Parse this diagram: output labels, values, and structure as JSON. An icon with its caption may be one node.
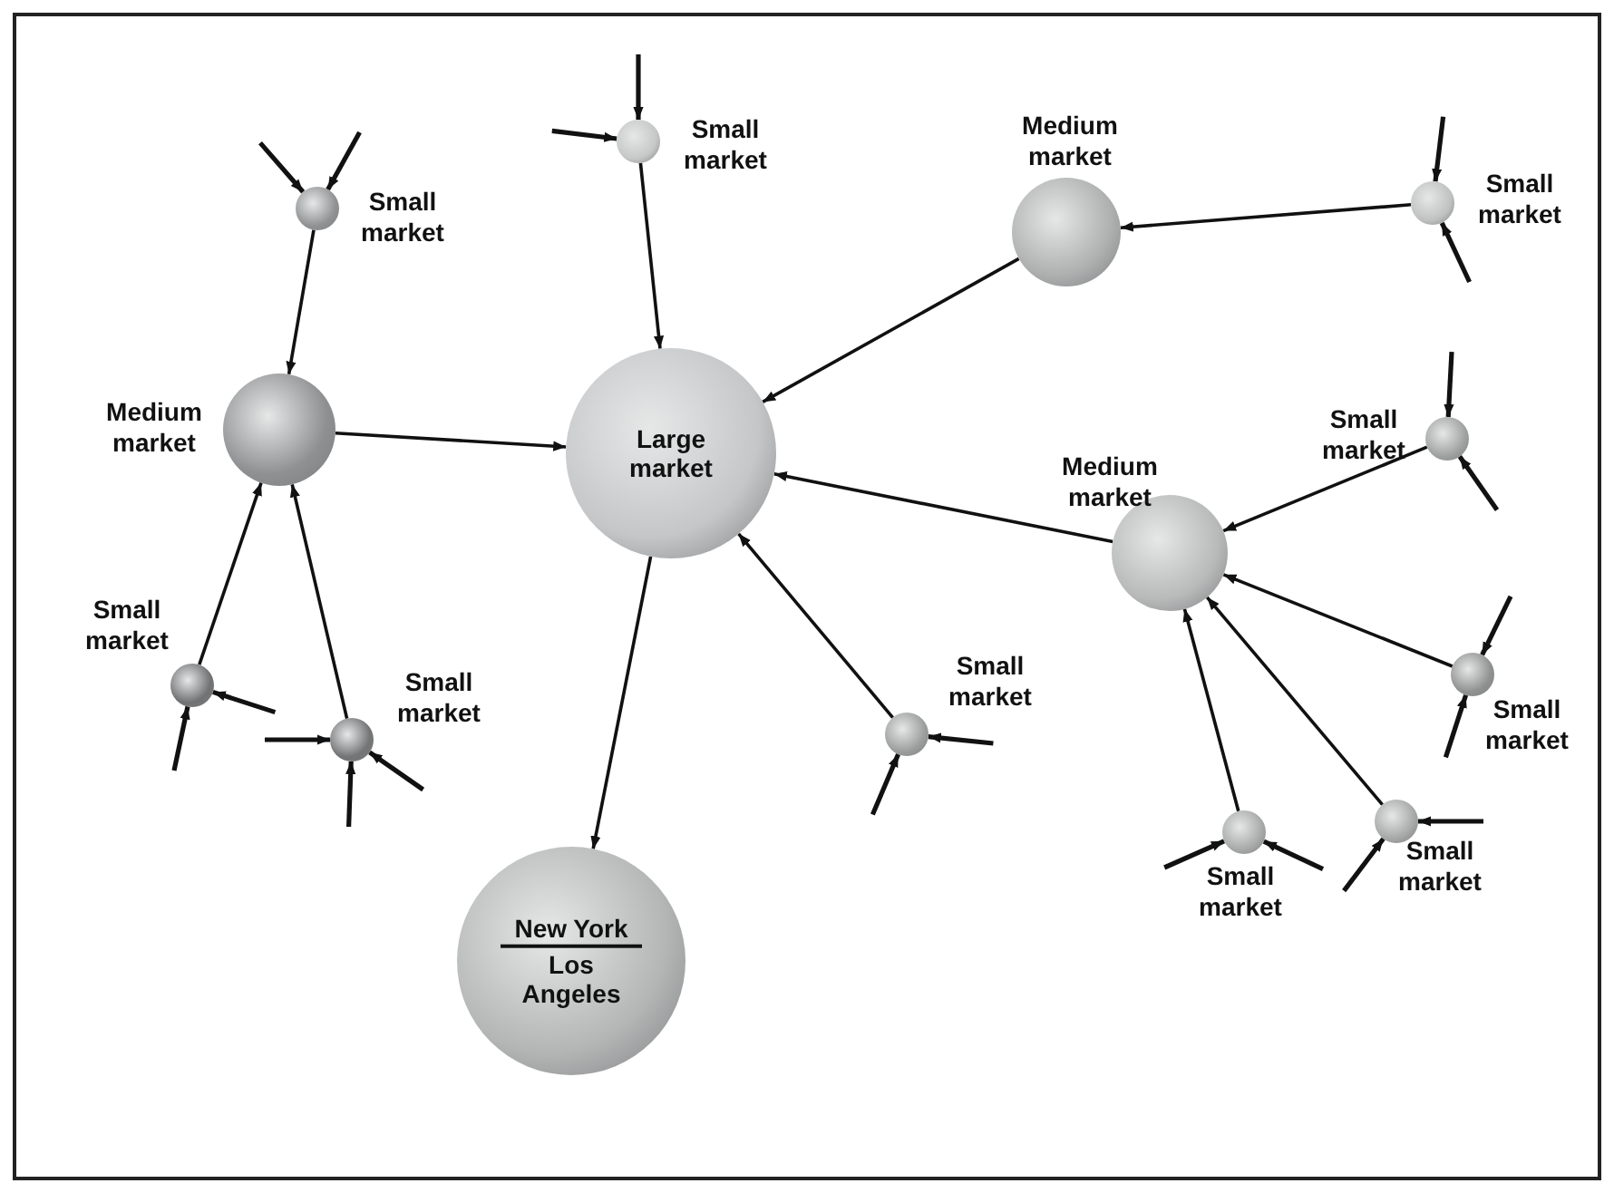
{
  "diagram": {
    "nodes": [
      {
        "text": [
          "Large market"
        ]
      },
      {
        "text": [
          "New York",
          "Los Angeles"
        ]
      },
      {
        "text": [
          "Medium market"
        ]
      },
      {
        "text": [
          "Small market"
        ]
      },
      {
        "text": [
          "Small market"
        ]
      },
      {
        "text": [
          "Small market"
        ]
      },
      {
        "text": [
          "Small market"
        ]
      },
      {
        "text": [
          "Medium market"
        ]
      },
      {
        "text": [
          "Small market"
        ]
      },
      {
        "text": [
          "Medium market"
        ]
      },
      {
        "text": [
          "Small market"
        ]
      },
      {
        "text": [
          "Small market"
        ]
      },
      {
        "text": [
          "Small market"
        ]
      },
      {
        "text": [
          "Small market"
        ]
      },
      {
        "text": [
          "Small market"
        ]
      }
    ],
    "edges": [
      {
        "from": 3,
        "to": 2,
        "arrow": "to"
      },
      {
        "from": 4,
        "to": 2,
        "arrow": "to"
      },
      {
        "from": 5,
        "to": 2,
        "arrow": "to"
      },
      {
        "from": 2,
        "to": 0,
        "arrow": "to"
      },
      {
        "from": 6,
        "to": 0,
        "arrow": "to"
      },
      {
        "from": 7,
        "to": 0,
        "arrow": "to"
      },
      {
        "from": 8,
        "to": 7,
        "arrow": "to"
      },
      {
        "from": 9,
        "to": 0,
        "arrow": "to"
      },
      {
        "from": 10,
        "to": 9,
        "arrow": "to"
      },
      {
        "from": 11,
        "to": 9,
        "arrow": "to"
      },
      {
        "from": 12,
        "to": 9,
        "arrow": "to"
      },
      {
        "from": 13,
        "to": 9,
        "arrow": "to"
      },
      {
        "from": 14,
        "to": 0,
        "arrow": "to"
      },
      {
        "from": 0,
        "to": 1,
        "arrow": "to"
      },
      {
        "from": null,
        "to": 3,
        "arrow": "to"
      },
      {
        "from": null,
        "to": 3,
        "arrow": "to"
      },
      {
        "from": null,
        "to": 4,
        "arrow": "to"
      },
      {
        "from": null,
        "to": 4,
        "arrow": "to"
      },
      {
        "from": null,
        "to": 5,
        "arrow": "to"
      },
      {
        "from": null,
        "to": 5,
        "arrow": "to"
      },
      {
        "from": null,
        "to": 5,
        "arrow": "to"
      },
      {
        "from": null,
        "to": 6,
        "arrow": "to"
      },
      {
        "from": null,
        "to": 6,
        "arrow": "to"
      },
      {
        "from": null,
        "to": 8,
        "arrow": "to"
      },
      {
        "from": null,
        "to": 8,
        "arrow": "to"
      },
      {
        "from": null,
        "to": 10,
        "arrow": "to"
      },
      {
        "from": null,
        "to": 10,
        "arrow": "to"
      },
      {
        "from": null,
        "to": 11,
        "arrow": "to"
      },
      {
        "from": null,
        "to": 11,
        "arrow": "to"
      },
      {
        "from": null,
        "to": 12,
        "arrow": "to"
      },
      {
        "from": null,
        "to": 12,
        "arrow": "to"
      },
      {
        "from": null,
        "to": 13,
        "arrow": "to"
      },
      {
        "from": null,
        "to": 13,
        "arrow": "to"
      },
      {
        "from": null,
        "to": 14,
        "arrow": "to"
      },
      {
        "from": null,
        "to": 14,
        "arrow": "to"
      }
    ]
  }
}
